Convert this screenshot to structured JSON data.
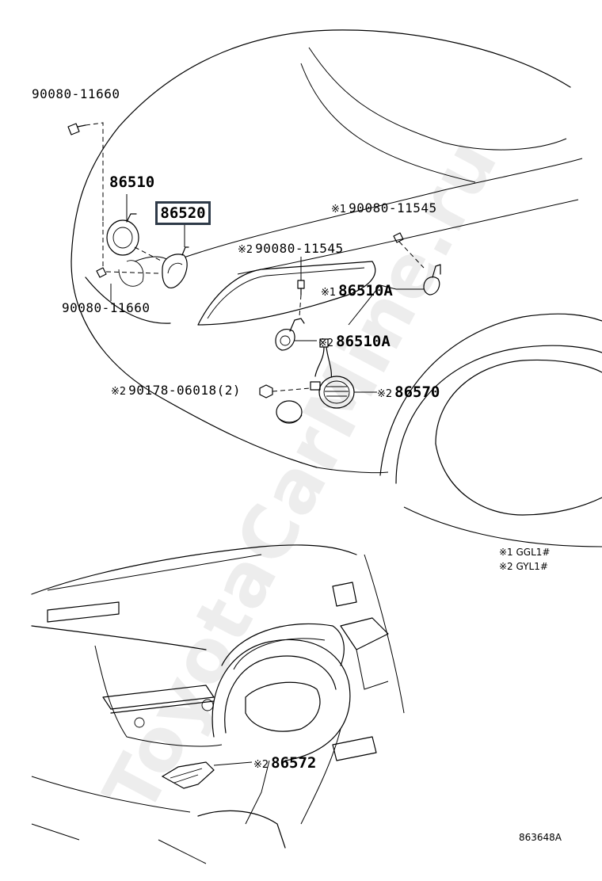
{
  "labels": {
    "bolt_upper": "90080-11660",
    "bolt_lower": "90080-11660",
    "horn_low": "86510",
    "horn_high": "86520",
    "bolt_r1": "90080-11545",
    "bolt_r2": "90080-11545",
    "horn_a1": "86510A",
    "horn_a2": "86510A",
    "nut": "90178-06018(2)",
    "horn_86570": "86570",
    "horn_86572": "86572"
  },
  "marks": {
    "m1": "※1",
    "m2": "※2"
  },
  "legend": {
    "l1": "※1 GGL1#",
    "l2": "※2 GYL1#"
  },
  "diagram_code": "863648A",
  "watermark": "ToyotaCarMine.ru",
  "colors": {
    "highlight_border": "#2e3a48",
    "line": "#000000",
    "background": "#ffffff"
  }
}
